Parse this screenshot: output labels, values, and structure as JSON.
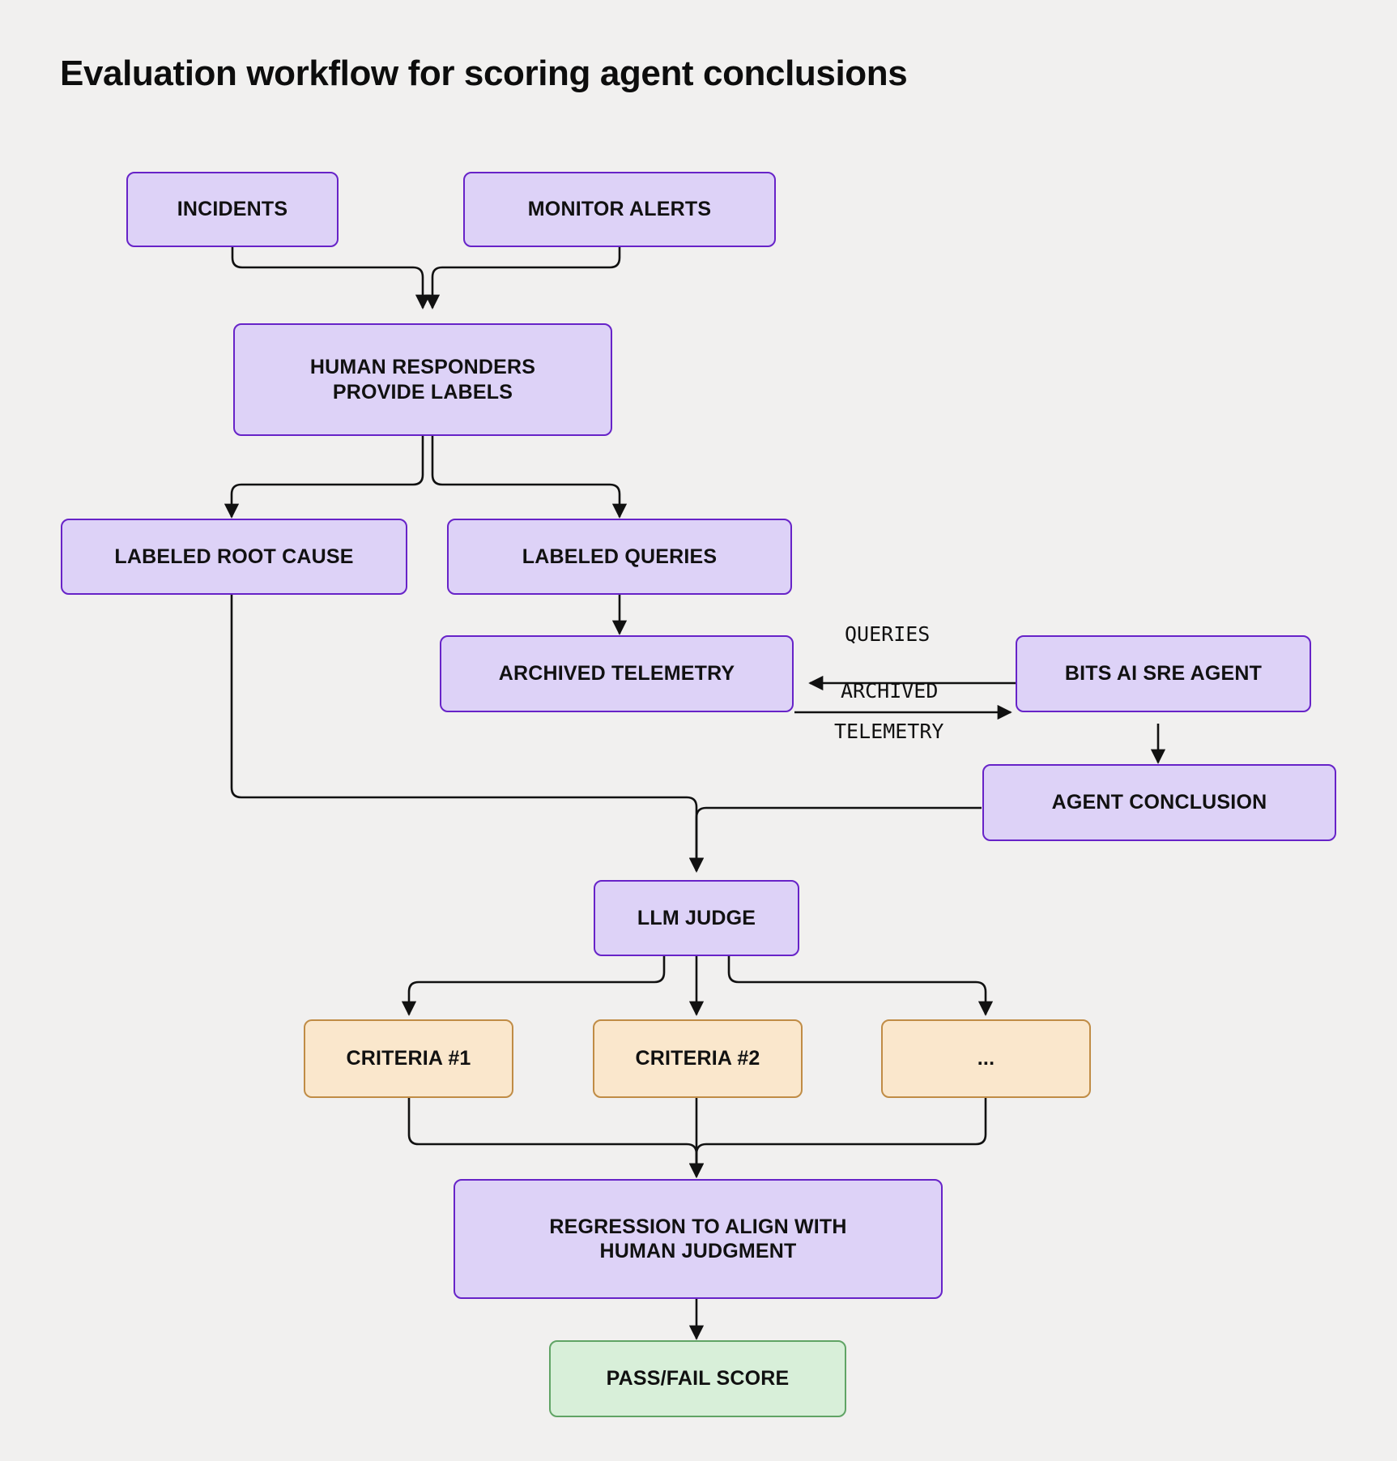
{
  "page": {
    "title": "Evaluation workflow for scoring agent conclusions",
    "background_color": "#F1F0EF"
  },
  "palette": {
    "purple_fill": "#DDD2F7",
    "purple_border": "#6723C8",
    "tan_fill": "#FAE7CC",
    "tan_border": "#C08C45",
    "green_fill": "#D8EFD9",
    "green_border": "#60A465",
    "edge_color": "#111111",
    "text_color": "#111111"
  },
  "nodes": {
    "incidents": {
      "label": "INCIDENTS",
      "type": "purple"
    },
    "monitor_alerts": {
      "label": "MONITOR ALERTS",
      "type": "purple"
    },
    "human_responders_line1": {
      "label": "HUMAN RESPONDERS",
      "type": "purple"
    },
    "human_responders_line2": {
      "label": "PROVIDE LABELS",
      "type": "purple"
    },
    "labeled_root_cause": {
      "label": "LABELED ROOT CAUSE",
      "type": "purple"
    },
    "labeled_queries": {
      "label": "LABELED QUERIES",
      "type": "purple"
    },
    "archived_telemetry": {
      "label": "ARCHIVED TELEMETRY",
      "type": "purple"
    },
    "bits_ai_sre_agent": {
      "label": "BITS AI SRE AGENT",
      "type": "purple"
    },
    "agent_conclusion": {
      "label": "AGENT CONCLUSION",
      "type": "purple"
    },
    "llm_judge": {
      "label": "LLM JUDGE",
      "type": "purple"
    },
    "criteria_1": {
      "label": "CRITERIA #1",
      "type": "tan"
    },
    "criteria_2": {
      "label": "CRITERIA #2",
      "type": "tan"
    },
    "criteria_more": {
      "label": "...",
      "type": "tan"
    },
    "regression_line1": {
      "label": "REGRESSION TO ALIGN WITH",
      "type": "purple"
    },
    "regression_line2": {
      "label": "HUMAN JUDGMENT",
      "type": "purple"
    },
    "pass_fail_score": {
      "label": "PASS/FAIL SCORE",
      "type": "green"
    }
  },
  "edge_labels": {
    "queries": "QUERIES",
    "archived": "ARCHIVED",
    "telemetry": "TELEMETRY"
  },
  "chart_data": {
    "type": "flowchart",
    "title": "Evaluation workflow for scoring agent conclusions",
    "direction": "top-to-bottom",
    "node_list": [
      "INCIDENTS",
      "MONITOR ALERTS",
      "HUMAN RESPONDERS PROVIDE LABELS",
      "LABELED ROOT CAUSE",
      "LABELED QUERIES",
      "ARCHIVED TELEMETRY",
      "BITS AI SRE AGENT",
      "AGENT CONCLUSION",
      "LLM JUDGE",
      "CRITERIA #1",
      "CRITERIA #2",
      "...",
      "REGRESSION TO ALIGN WITH HUMAN JUDGMENT",
      "PASS/FAIL SCORE"
    ],
    "edges": [
      {
        "from": "INCIDENTS",
        "to": "HUMAN RESPONDERS PROVIDE LABELS",
        "label": ""
      },
      {
        "from": "MONITOR ALERTS",
        "to": "HUMAN RESPONDERS PROVIDE LABELS",
        "label": ""
      },
      {
        "from": "HUMAN RESPONDERS PROVIDE LABELS",
        "to": "LABELED ROOT CAUSE",
        "label": ""
      },
      {
        "from": "HUMAN RESPONDERS PROVIDE LABELS",
        "to": "LABELED QUERIES",
        "label": ""
      },
      {
        "from": "LABELED QUERIES",
        "to": "ARCHIVED TELEMETRY",
        "label": ""
      },
      {
        "from": "BITS AI SRE AGENT",
        "to": "ARCHIVED TELEMETRY",
        "label": "QUERIES"
      },
      {
        "from": "ARCHIVED TELEMETRY",
        "to": "BITS AI SRE AGENT",
        "label": "ARCHIVED TELEMETRY"
      },
      {
        "from": "BITS AI SRE AGENT",
        "to": "AGENT CONCLUSION",
        "label": ""
      },
      {
        "from": "LABELED ROOT CAUSE",
        "to": "LLM JUDGE",
        "label": ""
      },
      {
        "from": "AGENT CONCLUSION",
        "to": "LLM JUDGE",
        "label": ""
      },
      {
        "from": "LLM JUDGE",
        "to": "CRITERIA #1",
        "label": ""
      },
      {
        "from": "LLM JUDGE",
        "to": "CRITERIA #2",
        "label": ""
      },
      {
        "from": "LLM JUDGE",
        "to": "...",
        "label": ""
      },
      {
        "from": "CRITERIA #1",
        "to": "REGRESSION TO ALIGN WITH HUMAN JUDGMENT",
        "label": ""
      },
      {
        "from": "CRITERIA #2",
        "to": "REGRESSION TO ALIGN WITH HUMAN JUDGMENT",
        "label": ""
      },
      {
        "from": "...",
        "to": "REGRESSION TO ALIGN WITH HUMAN JUDGMENT",
        "label": ""
      },
      {
        "from": "REGRESSION TO ALIGN WITH HUMAN JUDGMENT",
        "to": "PASS/FAIL SCORE",
        "label": ""
      }
    ]
  }
}
